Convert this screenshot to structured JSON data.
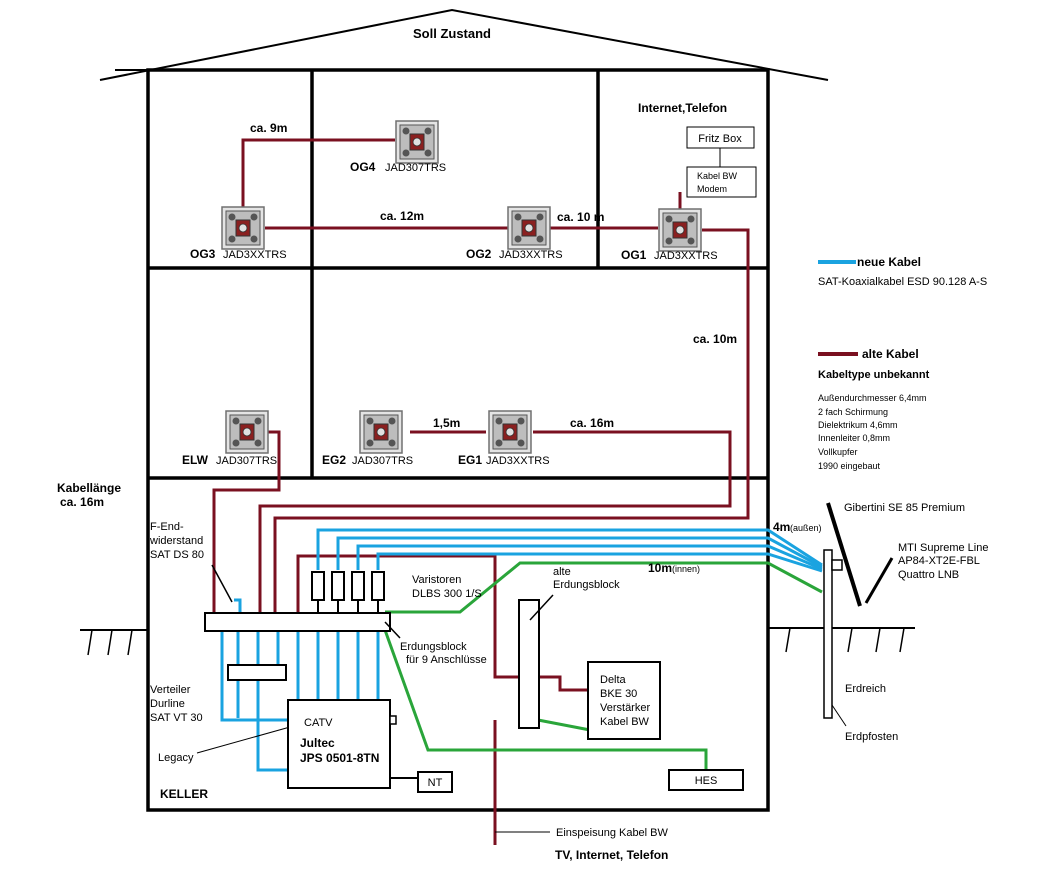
{
  "title": "Soll Zustand",
  "rooms": {
    "og3": "OG3",
    "og4": "OG4",
    "og2": "OG2",
    "og1": "OG1",
    "elw": "ELW",
    "eg2": "EG2",
    "eg1": "EG1",
    "keller": "KELLER"
  },
  "sockets": {
    "og3_model": "JAD3XXTRS",
    "og4_model": "JAD307TRS",
    "og2_model": "JAD3XXTRS",
    "og1_model": "JAD3XXTRS",
    "elw_model": "JAD307TRS",
    "eg2_model": "JAD307TRS",
    "eg1_model": "JAD3XXTRS"
  },
  "lengths": {
    "l9": "ca. 9m",
    "l12": "ca. 12m",
    "l10a": "ca. 10 m",
    "l10b": "ca. 10m",
    "l15": "1,5m",
    "l16": "ca. 16m",
    "kabel_1": "Kabellänge",
    "kabel_2": "ca. 16m",
    "l4": "4m",
    "l4_note": "(außen)",
    "l10inner": "10m",
    "l10inner_note": "(innen)"
  },
  "internet": {
    "heading": "Internet,Telefon",
    "fritz": "Fritz Box",
    "modem_1": "Kabel BW",
    "modem_2": "Modem"
  },
  "legend": {
    "new_label": "neue Kabel",
    "new_type": "SAT-Koaxialkabel ESD 90.128 A-S",
    "old_label": "alte Kabel",
    "old_type": "Kabeltype  unbekannt",
    "specs": [
      "Außendurchmesser 6,4mm",
      "2 fach Schirmung",
      "Dielektrikum 4,6mm",
      "Innenleiter 0,8mm",
      "Vollkupfer",
      "1990 eingebaut"
    ],
    "colors": {
      "new": "#1aa3e0",
      "old": "#7a1020"
    }
  },
  "components": {
    "f_end": [
      "F-End-",
      "widerstand",
      "SAT DS 80"
    ],
    "varistoren": [
      "Varistoren",
      "DLBS 300 1/S"
    ],
    "alte_erdung": [
      "alte",
      "Erdungsblock"
    ],
    "erdung": [
      "Erdungsblock",
      "für 9 Anschlüsse"
    ],
    "verteiler": [
      "Verteiler",
      "Durline",
      "SAT VT 30"
    ],
    "legacy": "Legacy",
    "catv": "CATV",
    "jultec_1": "Jultec",
    "jultec_2": "JPS 0501-8TN",
    "nt": "NT",
    "delta": [
      "Delta",
      "BKE 30",
      "Verstärker",
      "Kabel BW"
    ],
    "hes": "HES",
    "einspeisung": "Einspeisung Kabel BW",
    "tv": "TV, Internet, Telefon"
  },
  "outside": {
    "dish": "Gibertini SE 85 Premium",
    "lnb": [
      "MTI Supreme Line",
      "AP84-XT2E-FBL",
      "Quattro LNB"
    ],
    "erdreich": "Erdreich",
    "pfosten": "Erdpfosten"
  }
}
